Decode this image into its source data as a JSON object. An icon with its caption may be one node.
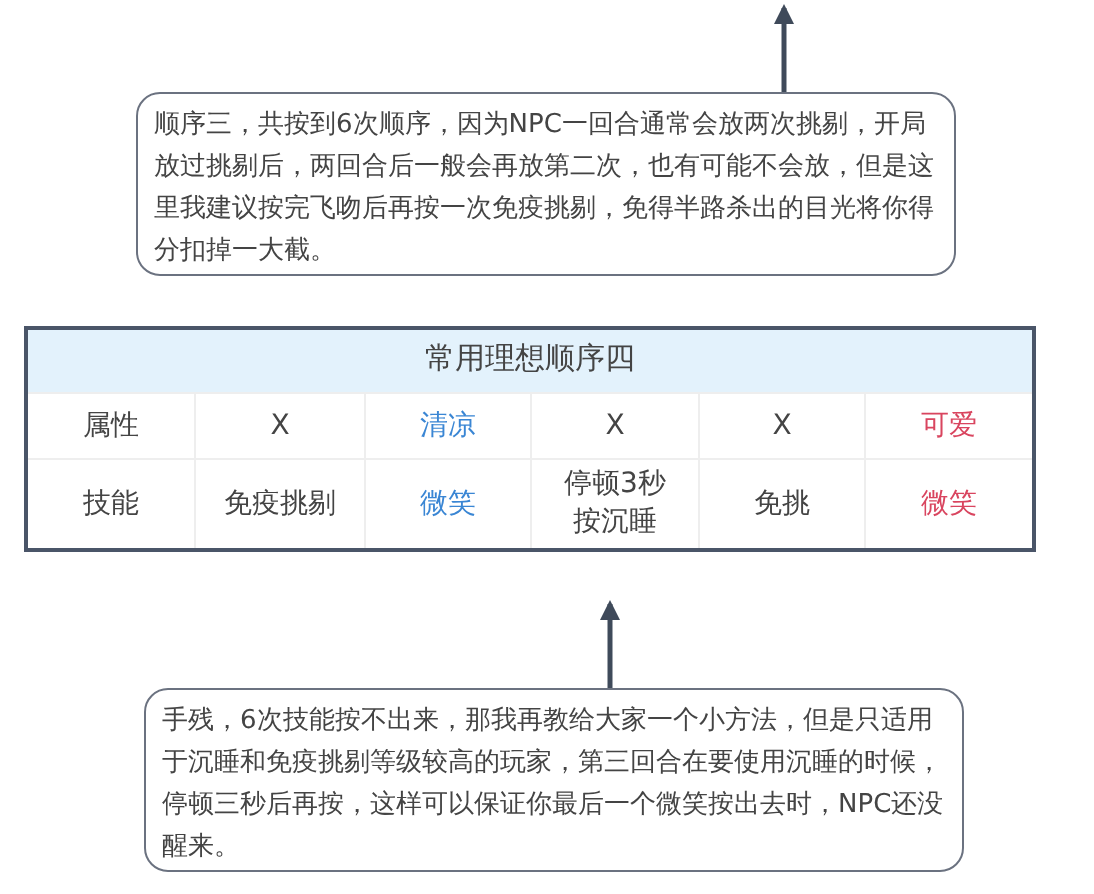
{
  "diagram": {
    "nodes": [
      {
        "text": [
          "顺序三，共按到6次顺序，因为NPC一回合通常会放两次挑剔，开局放过挑剔后，两回合后一般会再放第二次，也有可能不会放，但是这里我建议按完飞吻后再按一次免疫挑剔，免得半路杀出的目光将你得分扣掉一大截。"
        ]
      },
      {
        "text": [
          "常用理想顺序四"
        ]
      },
      {
        "text": [
          "手残，6次技能按不出来，那我再教给大家一个小方法，但是只适用于沉睡和免疫挑剔等级较高的玩家，第三回合在要使用沉睡的时候，停顿三秒后再按，这样可以保证你最后一个微笑按出去时，NPC还没醒来。"
        ]
      }
    ],
    "edges": [
      {
        "from": 0,
        "to": null,
        "arrow": "to"
      },
      {
        "from": 2,
        "to": 1,
        "arrow": "to"
      }
    ],
    "labels": [
      "属性",
      "X",
      "清凉",
      "X",
      "X",
      "可爱",
      "技能",
      "免疫挑剔",
      "微笑",
      "停顿3秒按沉睡",
      "免挑",
      "微笑"
    ]
  }
}
